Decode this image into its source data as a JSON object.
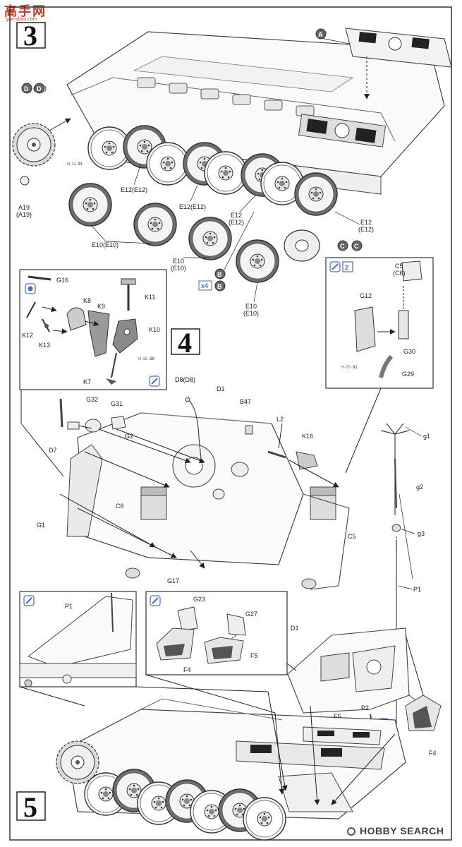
{
  "watermark_top": {
    "cn": "高手网",
    "url": "gao-shou.com"
  },
  "watermark_bottom": {
    "brand": "HOBBY SEARCH"
  },
  "steps": {
    "s3": "3",
    "s4": "4",
    "s5": "5"
  },
  "badges": {
    "A": "A",
    "D_left": "D",
    "D_right": "D",
    "C_left": "C",
    "C_right": "C",
    "B": "B",
    "B_paren": "B",
    "x4": "x4",
    "x2": "2"
  },
  "labels": {
    "A19": "A19",
    "A19p": "(A19)",
    "E12_a": "E12(E12)",
    "E12_b": "E12(E12)",
    "E12_c": "E12",
    "E12_cp": "(E12)",
    "E12_d": "E12",
    "E12_dp": "(E12)",
    "E10_a": "E10(E10)",
    "E10_b": "E10",
    "E10_bp": "(E10)",
    "E10_c": "E10",
    "E10_cp": "(E10)",
    "G16": "G16",
    "K8": "K8",
    "K9": "K9",
    "K11": "K11",
    "K10": "K10",
    "K12": "K12",
    "K13": "K13",
    "K7": "K7",
    "C5": "C5",
    "C6p": "(C6)",
    "G12": "G12",
    "G30": "G30",
    "G29": "G29",
    "D8": "D8(D8)",
    "D1_a": "D1",
    "B47": "B47",
    "L2": "L2",
    "K16": "K16",
    "G32": "G32",
    "G31": "G31",
    "G2": "G2",
    "D7": "D7",
    "C6": "C6",
    "G1": "G1",
    "G17": "G17",
    "C5_b": "C5",
    "g1": "g1",
    "g2": "g2",
    "g3": "g3",
    "P1_a": "P1",
    "P1_b": "P1",
    "G23": "G23",
    "G27": "G27",
    "F4_a": "F4",
    "F5_a": "F5",
    "D1_b": "D1",
    "F5_b": "F5",
    "P2": "P2",
    "F4_b": "F4"
  },
  "refs": {
    "r1": "H-12",
    "r1n": "33",
    "r2": "H-18",
    "r2n": "26",
    "r3": "H-79",
    "r3n": "81"
  }
}
